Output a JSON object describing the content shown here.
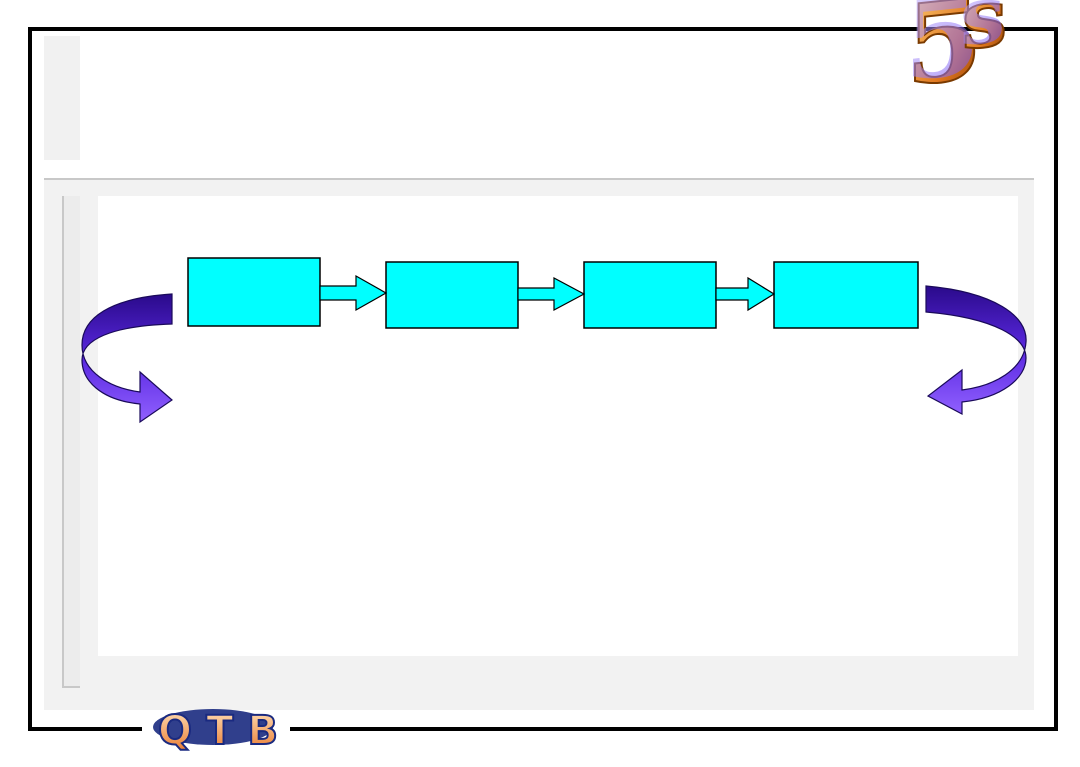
{
  "slide": {
    "badge_text": "5S",
    "logo_text": "QTB"
  },
  "diagram": {
    "process_boxes": [
      {
        "id": "step-1",
        "label": ""
      },
      {
        "id": "step-2",
        "label": ""
      },
      {
        "id": "step-3",
        "label": ""
      },
      {
        "id": "step-4",
        "label": ""
      }
    ],
    "connectors": 3,
    "cycle_arrows": [
      "left-return",
      "right-return"
    ]
  },
  "colors": {
    "box_fill": "#00ffff",
    "box_stroke": "#000000",
    "cycle_arrow": "#6a3cff",
    "cycle_arrow_dark": "#3a1a9a",
    "badge_orange": "#e07820",
    "badge_purple": "#8a70ff",
    "logo_orange": "#f08a30",
    "logo_blue": "#1a2a80",
    "frame": "#000000"
  }
}
